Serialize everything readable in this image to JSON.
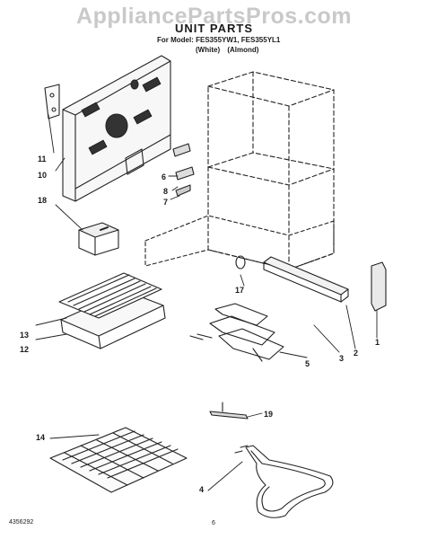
{
  "watermark": "AppliancePartsPros.com",
  "title": "UNIT PARTS",
  "models": "For Model: FES355YW1, FES355YL1",
  "variants": "(White)   (Almond)",
  "callouts": {
    "c1": "1",
    "c2": "2",
    "c3": "3",
    "c4": "4",
    "c5": "5",
    "c6": "6",
    "c7": "7",
    "c8": "8",
    "c10": "10",
    "c11": "11",
    "c12": "12",
    "c13": "13",
    "c14": "14",
    "c17": "17",
    "c18": "18",
    "c19": "19"
  },
  "footer": {
    "code": "4356292",
    "page": "6"
  }
}
